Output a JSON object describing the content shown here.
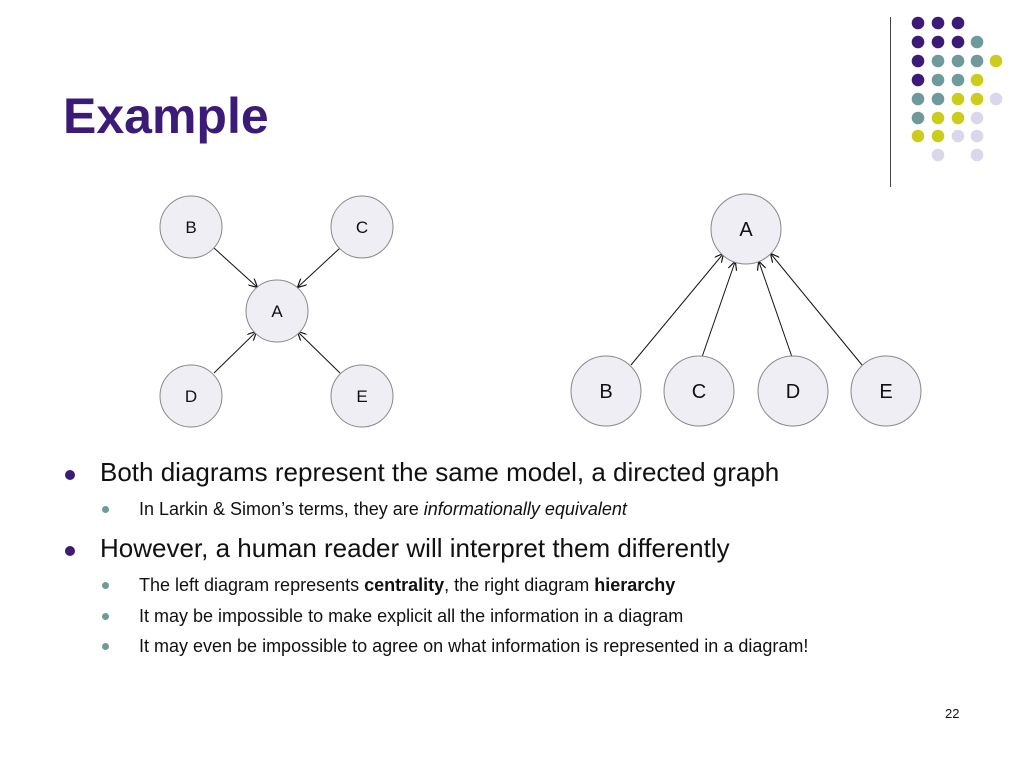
{
  "slide": {
    "title": "Example",
    "page_number": "22"
  },
  "colors": {
    "title": "#3b1a78",
    "dot_purple": "#3b1a78",
    "dot_teal": "#6e9a9c",
    "dot_yellow": "#cccc1c",
    "dot_lavender": "#d9d8ea",
    "node_fill": "#eeeef4",
    "node_stroke": "#888888"
  },
  "left_diagram": {
    "nodes": {
      "b": "B",
      "c": "C",
      "a": "A",
      "d": "D",
      "e": "E"
    }
  },
  "right_diagram": {
    "nodes": {
      "a": "A",
      "b": "B",
      "c": "C",
      "d": "D",
      "e": "E"
    }
  },
  "bullets": [
    {
      "text": "Both diagrams represent the same model, a directed graph",
      "sub": [
        {
          "text": "In Larkin & Simon’s terms, they are ",
          "em": "informationally equivalent"
        }
      ]
    },
    {
      "text": "However, a human reader will interpret them differently",
      "sub": [
        {
          "pre": "The left diagram represents ",
          "b1": "centrality",
          "mid": ", the right diagram ",
          "b2": "hierarchy"
        },
        {
          "text": "It may be impossible to make explicit all the information in a diagram"
        },
        {
          "text": "It may even be impossible to agree on what information is represented in a diagram!"
        }
      ]
    }
  ]
}
